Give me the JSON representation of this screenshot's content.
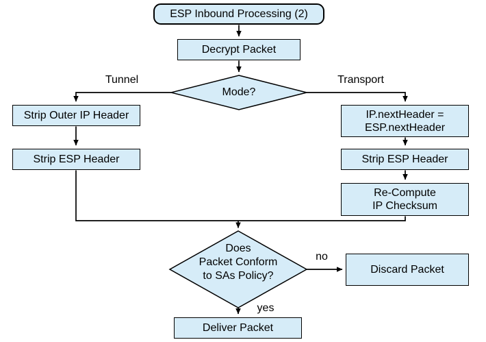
{
  "diagram": {
    "title": "ESP Inbound Processing flowchart",
    "colors": {
      "node_fill": "#d6ecf8",
      "node_border": "#000000",
      "line": "#000000",
      "background": "#ffffff",
      "text": "#000000"
    },
    "nodes": {
      "start": {
        "label": "ESP Inbound Processing (2)",
        "shape": "rounded"
      },
      "decrypt": {
        "label": "Decrypt Packet",
        "shape": "rect"
      },
      "mode": {
        "label": "Mode?",
        "shape": "diamond"
      },
      "strip_outer": {
        "label": "Strip Outer IP Header",
        "shape": "rect"
      },
      "strip_esp_left": {
        "label": "Strip ESP Header",
        "shape": "rect"
      },
      "ip_next_header": {
        "label": "IP.nextHeader =\nESP.nextHeader",
        "shape": "rect"
      },
      "strip_esp_right": {
        "label": "Strip ESP Header",
        "shape": "rect"
      },
      "recompute": {
        "label": "Re-Compute\nIP Checksum",
        "shape": "rect"
      },
      "policy": {
        "label": "Does\nPacket Conform\nto SAs Policy?",
        "shape": "diamond"
      },
      "discard": {
        "label": "Discard Packet",
        "shape": "rect"
      },
      "deliver": {
        "label": "Deliver Packet",
        "shape": "rect"
      }
    },
    "edge_labels": {
      "tunnel": "Tunnel",
      "transport": "Transport",
      "no": "no",
      "yes": "yes"
    }
  }
}
